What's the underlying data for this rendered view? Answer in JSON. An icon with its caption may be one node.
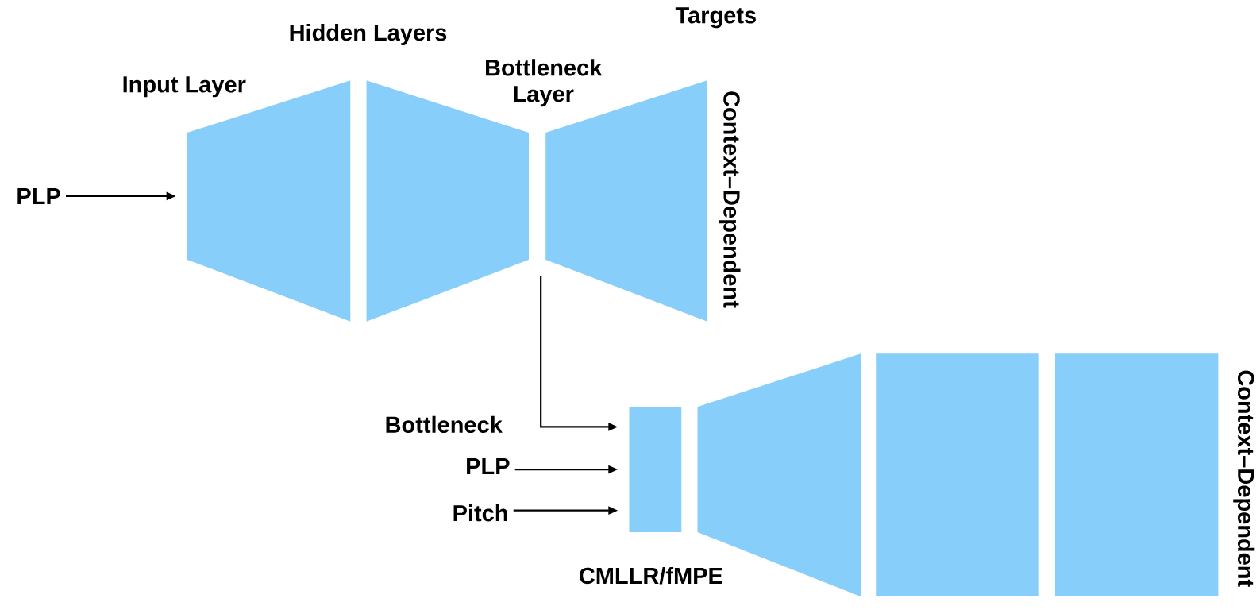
{
  "diagram": {
    "nodes": [
      {
        "text": [
          "PLP"
        ]
      },
      {
        "text": [],
        "shape": "trapezoid"
      },
      {
        "text": [],
        "shape": "trapezoid"
      },
      {
        "text": [],
        "shape": "trapezoid"
      },
      {
        "text": [
          "PLP"
        ]
      },
      {
        "text": [
          "Pitch"
        ]
      },
      {
        "text": [],
        "shape": "box"
      },
      {
        "text": [],
        "shape": "trapezoid"
      },
      {
        "text": [],
        "shape": "box"
      },
      {
        "text": [],
        "shape": "box"
      }
    ],
    "edges": [
      {
        "from": 0,
        "to": 1,
        "arrow": "to"
      },
      {
        "from": null,
        "to": 6,
        "arrow": "to"
      },
      {
        "from": 4,
        "to": 6,
        "arrow": "to"
      },
      {
        "from": 5,
        "to": 6,
        "arrow": "to"
      }
    ],
    "labels": [
      "Targets",
      "Hidden Layers",
      "Input Layer",
      "Bottleneck Layer",
      "Context–Dependent",
      "Bottleneck",
      "CMLLR/fMPE",
      "Context–Dependent"
    ]
  }
}
